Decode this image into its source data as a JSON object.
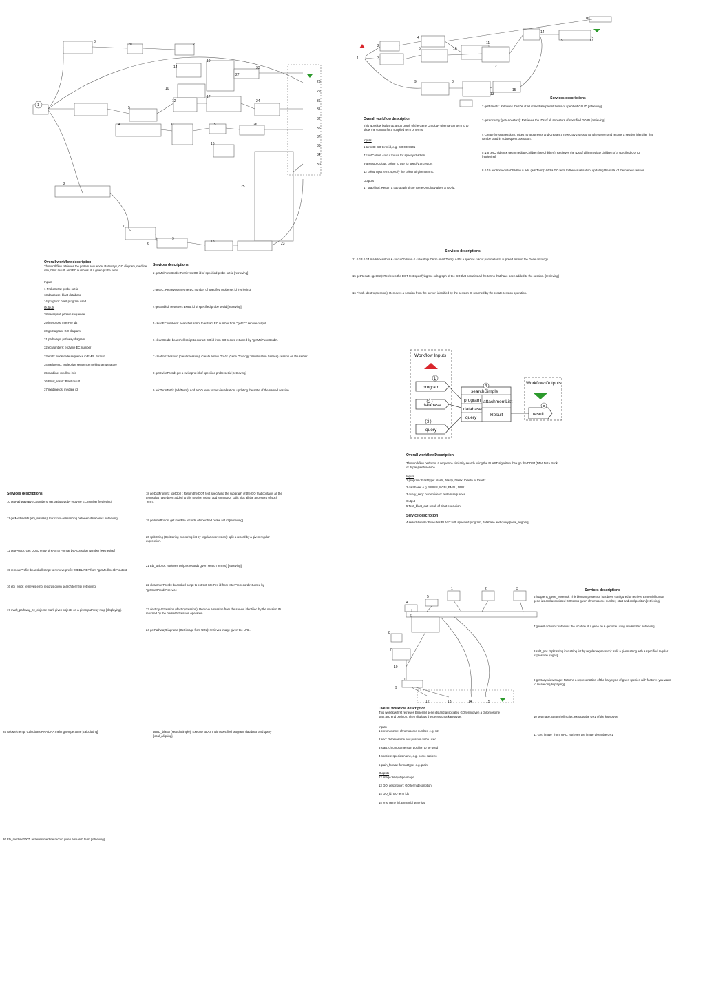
{
  "panels": {
    "pathway": {
      "title": "Overall workflow description",
      "desc": "This workflow retrieves the protein sequence, Pathways, GO diagram, medline info, blast result, and EC numbers of a given probe set id.",
      "inputs_label": "Inputs",
      "inputs": [
        "1 ProbeSetId: probe set id",
        "13 database: blast database",
        "14 program: blast program used"
      ],
      "outputs_label": "Outputs",
      "outputs": [
        "28 swissprot: protein sequence",
        "29 interprots: InterPro ids",
        "30 goDiagram: GO diagram",
        "31 pathways: pathway diagram",
        "32 ecNumbers: enzyme EC number",
        "33 embl: nucleotide sequence in EMBL format",
        "34 meltTemp: nucleotide sequence melting temperature",
        "35 medline: medline info",
        "36 Blast_result: Blast result",
        "37 medlineIds: medline id"
      ],
      "services_title": "Services descriptions",
      "services": [
        "2 getMolFuncGoIds: Retrieves GO id of specified probe set id [retrieving]",
        "3 getEC: Retrieves enzyme EC number of specified probe set id [retrieving]",
        "4 getEmblId: Retrieves EMBL id of specified probe set id [retrieving]",
        "5 cleanECnumbers: beanshell script to extract EC number from \"getEC\" service output",
        "6 cleanGoIds: beanshell script to extract GO id from GO record returned by \"getMolFuncGoIds\".",
        "7 createVizSession (createSession): Create a new GoViz (Gene Ontology Visualisation Service) session on the server",
        "8 getSwissProtId: get a swissprot id of specified probe set id [retrieving]",
        "9 addTermToViz (addTerm): Add a GO term to the visualisation, updating the state of the named session."
      ]
    },
    "goviz": {
      "title": "Overall workflow description",
      "desc": "This workflow builds up a sub graph of the Gene Ontology given a GO term id to show the context for a supplied term or terms.",
      "inputs_label": "Inputs",
      "inputs": [
        "1 termID: GO term id, e.g. GO:0007601",
        "7 childColour: colour to use for specify children",
        "9 ancestorColour: colour to use for specify ancestors",
        "12 colourInputTerm: specify the colour of given terms."
      ],
      "outputs_label": "Outputs",
      "outputs": [
        "17 graphical: Return a sub graph of the Gene Ontology given a GO id."
      ],
      "services_title": "Services descriptions",
      "services": [
        "2 getParents: Retrieves the IDs of all immediate parent terms of specified GO ID [retrieving]",
        "3 getAncestry (getAncestors): Retrieves the IDs of all ancestors of specified GO ID [retrieving].",
        "4 Create (createSession): Takes no arguments and Creates a new GoViz session on the server and returns a session identifier that can be used in subsequent operation.",
        "5 & 6 getChildren & getImmediateChildren (getChildren): Retrieves the IDs of all immediate children of a specified GO ID [retrieving].",
        "8 & 10 addImmediateChildren & add (addTerm): Add a GO term to the visualisation, updating the state of the named session",
        "11 & 13 & 14 markAncestors & colourChildren & colourInputTerm (markTerm): Adds a specific colour parameter to supplied term in the Gene ontology.",
        "15 getResults (getDot): Retrieves the DOT text specifying the sub graph of the GO that contains all the terms that have been added to the session. [retrieving]",
        "16 Finish (destroySession): Removes a session from the server, identified by the session ID returned by the createSession operation."
      ]
    },
    "blast": {
      "wf_inputs": "Workflow Inputs",
      "wf_outputs": "Workflow Outputs",
      "nodes": [
        "program",
        "database",
        "query",
        "searchSimple",
        "program",
        "attachmentList",
        "database",
        "query",
        "Result",
        "result"
      ],
      "title": "Overall workflow  Description",
      "desc": "This workflow performs a sequence similarity search using the BLAST algorithm through the DDBJ  (DNA Data Bank of Japan) web service",
      "inputs_label": "Inputs",
      "inputs": [
        "1 program: blast type: blastn, blastp, blastx, tblastn or tblastx",
        "2 database: e.g. SWISS, NCBI, EMBL, DDBJ",
        "3 query_seq : nucleotide or protein sequence"
      ],
      "outputs_label": "Output",
      "outputs": [
        "5 Text_blast_out: result of blast execution"
      ],
      "services_title": "Service description",
      "services": [
        "4 searchSimple: Executes BLAST with specified program, database and query [local_aligning]"
      ]
    },
    "pathway_more": {
      "title": "Services descriptions",
      "services": [
        "10 getPathwaysByECNumbers: get pathways by enzyme EC number [retrieving]",
        "11 getMedlineIds (ebi_srslinks): For cross-referencing between databanks  [retrieving]",
        "12 getFASTA: Get DDBJ entry of FASTA Format by Accession Number [Retrieving]",
        "15 removePrefix: beanshell script to remove prefix \"MEDLINE:\" from \"getMedlineIds\" output.",
        "16 ebi_embl: retrieves embl records given search term(s) [retrieving]",
        "17 mark_pathway_by_objects: Mark given objects on a given pathway map [displaying].",
        "18 getDotFromViz (getDot) : Return the DOT text specifying the subgraph of the GO that contains all the terms that have been added to this session using \"addTermToViz\" calls plus all the ancestors of such Term.",
        "19 getInterProIds: get interPro records of specified probe set id [retrieving]",
        "20 splitString (Split string into string list by regular expression): split a record by a given regular expression.",
        "21 Ebi_uniprot: retrieves  Uniprot records given search term(s) [retrieving]",
        "22 cleanInterProIds: beanshell script to extract InterPro id from InterPro record returned by \"getInterProIds\" service",
        "23 destroyVizSession (destroySession): Remove a session from the server, identified by the session ID returned by the createVizSession operation.",
        "24 getPathwayDiagrams (Get image from URL): retrieves image given the URL."
      ]
    },
    "melt": {
      "services": [
        "25 calcMeltTemp: Calculates  RNA/DNA melting temperature [calculating]",
        "26 Ebi_medline2007: retrieves medline record given a search term [retrieving]"
      ],
      "ddbj": "DDBJ_blastn (searchSimple):  Execute BLAST with specified program, database and query [local_aligning]."
    },
    "karyo": {
      "title": "Overall workflow description",
      "desc": "This workflow first retrieves Ensembl gene ids and associated GO term given a chromosome start and end position. Then displays the genes on a karyotype.",
      "inputs_label": "Inputs",
      "inputs": [
        "1 chromosome: chromosome number, e.g. 12",
        "2 end: chromosome end position to be used",
        "3 start: chromosome start position to be used",
        "4 species: species name, e.g. homo sapiens",
        "5 plain_format: format type, e.g. plain"
      ],
      "outputs_label": "Outputs",
      "outputs": [
        "12 image: karyotype image",
        "13 GO_description: GO term description",
        "14 GO_id: GO term ids",
        "15 ens_gene_id: Ensembl gene ids."
      ],
      "services_title": "Services descriptions",
      "services": [
        "6 hsapiens_gene_ensembl: This biomart processor has been configured to retrieve Ensembl human gene ids and associated GO terms given chromosome number, start and end position [retrieving]",
        "7 genesLocations: retrieves the location of a gene on a genome using its identifier [retrieving]",
        "8 split_pos (Split string into string list by regular expression): split a given string with a specified regular expression [regex]",
        "9 getKaryoviewImage: Returns a representation of the karyotype of  given species with features you want to locate on [displaying]",
        "10 getImage: Beanshell script, extracts  the URL of the karyotype",
        "11 Get_image_from_URL: retrieves the image given the URL"
      ]
    }
  },
  "colors": {
    "input_triangle": "#d9262c",
    "output_triangle": "#2c9a2c",
    "line": "#666666"
  }
}
